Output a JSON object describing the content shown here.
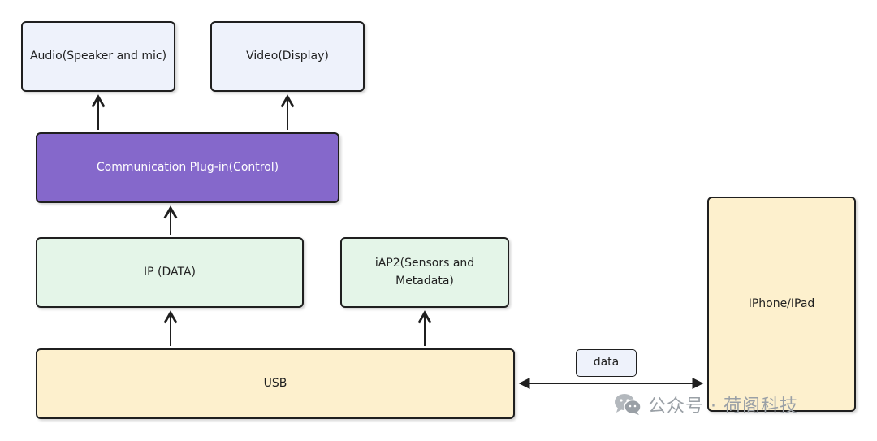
{
  "diagram": {
    "boxes": {
      "audio": "Audio(Speaker and mic)",
      "video": "Video(Display)",
      "communication": "Communication Plug-in(Control)",
      "ip": "IP (DATA)",
      "iap2": "iAP2(Sensors and Metadata)",
      "usb": "USB",
      "iphone": "IPhone/IPad",
      "data": "data"
    },
    "colors": {
      "top_boxes": "#eef2fb",
      "communication": "#8568cb",
      "protocol_boxes": "#e4f5e8",
      "usb_and_device": "#fdf0cd",
      "border": "#1f1f1f"
    }
  },
  "watermark": {
    "icon": "wechat-icon",
    "text": "公众号 · 荷阁科技"
  }
}
